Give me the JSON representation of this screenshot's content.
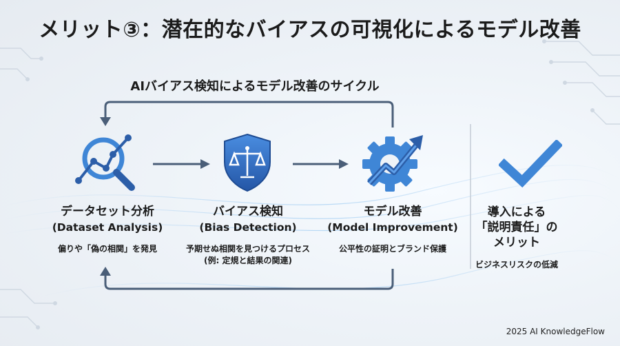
{
  "title": "メリット③：潜在的なバイアスの可視化によるモデル改善",
  "cycle_title": "AIバイアス検知によるモデル改善のサイクル",
  "steps": [
    {
      "name": "データセット分析",
      "en": "(Dataset Analysis)",
      "desc": "偏りや「偽の相関」を発見",
      "icon": "magnifier-chart-icon"
    },
    {
      "name": "バイアス検知",
      "en": "(Bias Detection)",
      "desc_line1": "予期せぬ相関を見つけるプロセス",
      "desc_line2": "(例: 定規と結果の関連)",
      "icon": "shield-scales-icon"
    },
    {
      "name": "モデル改善",
      "en": "(Model Improvement)",
      "desc": "公平性の証明とブランド保護",
      "icon": "gear-arrow-icon"
    }
  ],
  "merit": {
    "line1": "導入による",
    "line2": "「説明責任」の",
    "line3": "メリット",
    "sub": "ビジネスリスクの低減",
    "icon": "checkmark-icon"
  },
  "footer": "2025 AI KnowledgeFlow",
  "colors": {
    "accent": "#3f86d6",
    "dark_blue": "#2c5ea8",
    "arrow": "#4a5e78"
  }
}
